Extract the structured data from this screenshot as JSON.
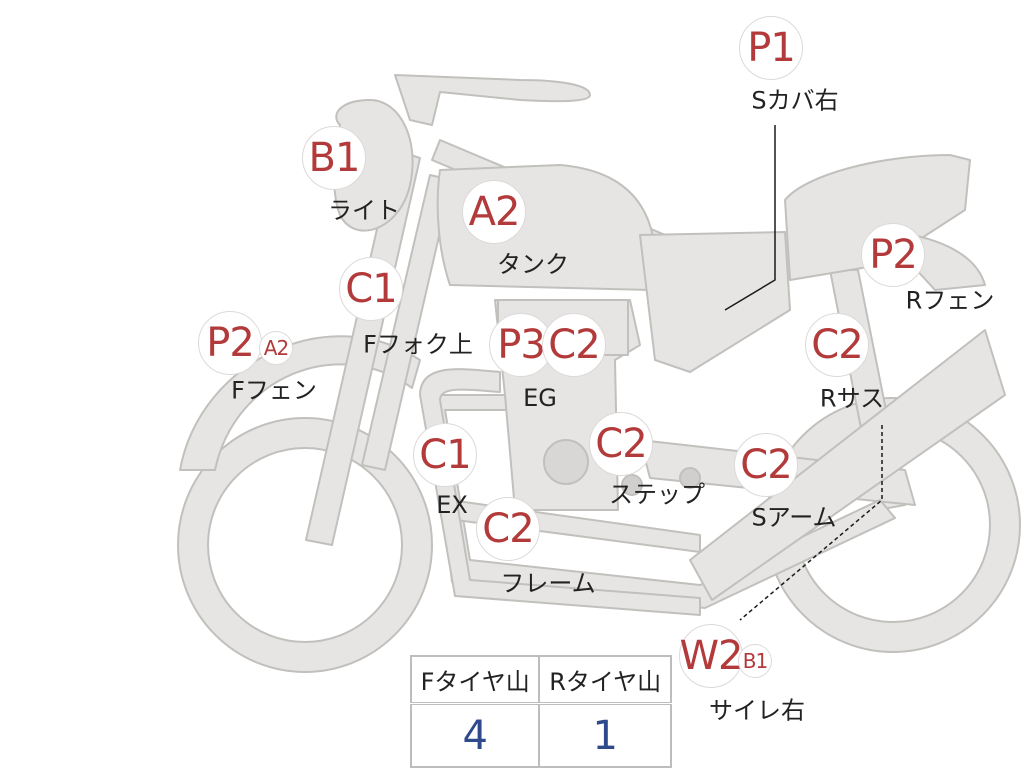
{
  "marks": {
    "p1": "P1",
    "b1_light": "B1",
    "a2_tank": "A2",
    "c1_ffork": "C1",
    "p2_ffen": "P2",
    "a2_ffen": "A2",
    "p3_eg": "P3",
    "c2_eg": "C2",
    "c2_rsus": "C2",
    "p2_rfen": "P2",
    "c1_ex": "C1",
    "c2_step": "C2",
    "c2_sarm": "C2",
    "c2_frame": "C2",
    "w2_silencer": "W2",
    "b1_silencer": "B1"
  },
  "labels": {
    "scover_r": "Sカバ右",
    "light": "ライト",
    "tank": "タンク",
    "ffork": "Fフォク上",
    "ffen": "Fフェン",
    "eg": "EG",
    "rfen": "Rフェン",
    "rsus": "Rサス",
    "ex": "EX",
    "step": "ステップ",
    "sarm": "Sアーム",
    "frame": "フレーム",
    "silencer_r": "サイレ右"
  },
  "tire_table": {
    "front_header": "Fタイヤ山",
    "rear_header": "Rタイヤ山",
    "front_value": "4",
    "rear_value": "1"
  },
  "colors": {
    "body_fill": "#e6e5e4",
    "outline": "#c2c0bd",
    "mark_text": "#b33a3a",
    "value_text": "#2e4a8c"
  }
}
